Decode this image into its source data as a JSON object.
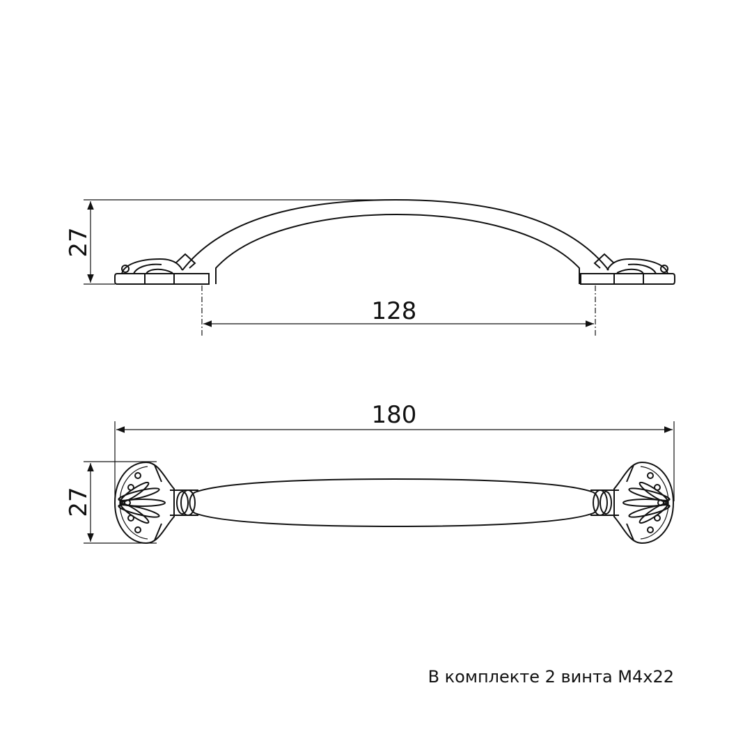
{
  "dimensions": {
    "side_height": "27",
    "hole_spacing": "128",
    "overall_length": "180",
    "top_height": "27"
  },
  "note": "В комплекте 2 винта М4х22"
}
